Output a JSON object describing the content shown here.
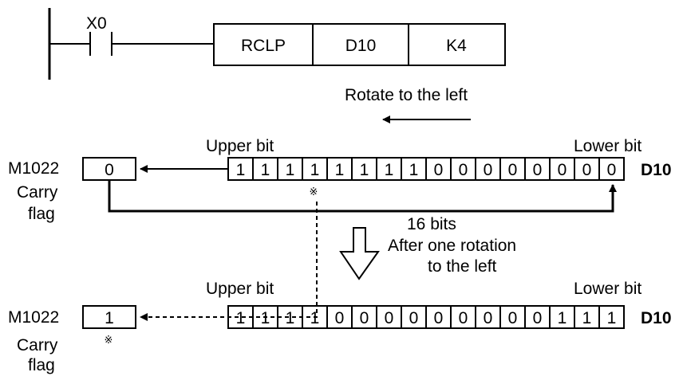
{
  "ladder": {
    "contact_label": "X0",
    "instruction": [
      "RCLP",
      "D10",
      "K4"
    ]
  },
  "direction_text": "Rotate to the left",
  "before": {
    "upper_label": "Upper bit",
    "lower_label": "Lower bit",
    "register": "D10",
    "bits": [
      "1",
      "1",
      "1",
      "1",
      "1",
      "1",
      "1",
      "1",
      "0",
      "0",
      "0",
      "0",
      "0",
      "0",
      "0",
      "0"
    ],
    "carry_device": "M1022",
    "carry_value": "0",
    "carry_caption_line1": "Carry",
    "carry_caption_line2": "flag",
    "marker": "※"
  },
  "width_label": "16 bits",
  "transition_line1": "After one rotation",
  "transition_line2": "to the left",
  "after": {
    "upper_label": "Upper bit",
    "lower_label": "Lower bit",
    "register": "D10",
    "bits": [
      "1",
      "1",
      "1",
      "1",
      "0",
      "0",
      "0",
      "0",
      "0",
      "0",
      "0",
      "0",
      "0",
      "1",
      "1",
      "1"
    ],
    "carry_device": "M1022",
    "carry_value": "1",
    "carry_caption_line1": "Carry",
    "carry_caption_line2": "flag",
    "marker": "※"
  }
}
